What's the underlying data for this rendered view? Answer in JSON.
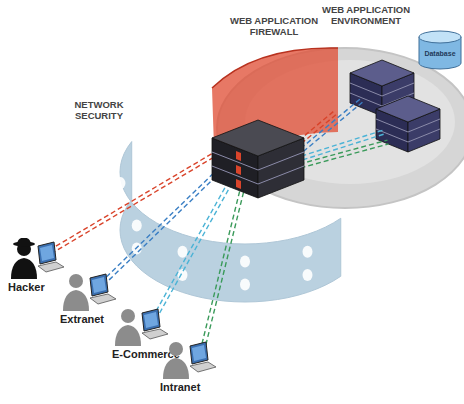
{
  "diagram": {
    "nodes": [
      {
        "text": [
          "Database"
        ]
      },
      {
        "text": [
          "Hacker"
        ]
      },
      {
        "text": [
          "Extranet"
        ]
      },
      {
        "text": [
          "E-Commerce"
        ]
      },
      {
        "text": [
          "Intranet"
        ]
      }
    ],
    "labels": [
      "WEB APPLICATION FIREWALL",
      "WEB APPLICATION ENVIRONMENT",
      "NETWORK SECURITY"
    ]
  }
}
